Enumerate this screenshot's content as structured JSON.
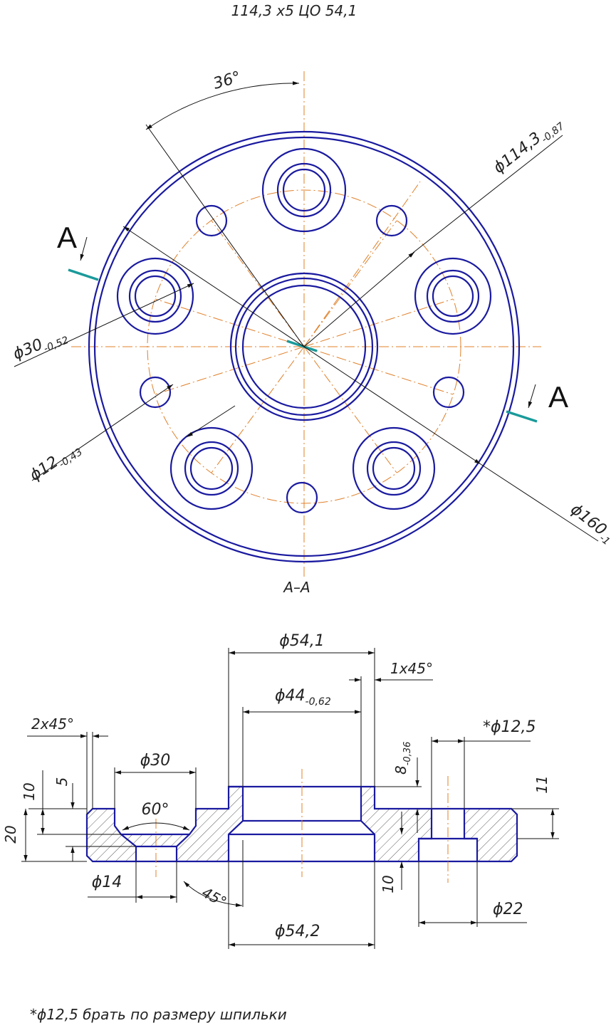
{
  "header": {
    "title": "114,3 х5  ЦО 54,1"
  },
  "plan": {
    "angle": "36°",
    "d_pcd": "ϕ114,3",
    "d_pcd_tol": "-0,87",
    "d_outer": "ϕ160",
    "d_outer_tol": "-1",
    "d_boss": "ϕ30",
    "d_boss_tol": "-0,52",
    "d_hole": "ϕ12",
    "d_hole_tol": "-0,43",
    "cut_mark": "А",
    "section_name": "А–А"
  },
  "section": {
    "d_top": "ϕ54,1",
    "chamfer_top": "1x45°",
    "d_inner": "ϕ44",
    "d_inner_tol": "-0,62",
    "chamfer_left": "2x45°",
    "d_stud": "*ϕ12,5",
    "d_cbore": "ϕ30",
    "angle_cone": "60°",
    "h10": "10",
    "h5": "5",
    "h20": "20",
    "h8": "8",
    "h8_tol": "-0,36",
    "h11": "11",
    "h10b": "10",
    "d14": "ϕ14",
    "angle45": "45°",
    "d_bottom": "ϕ54,2",
    "d22": "ϕ22"
  },
  "note": "*ϕ12,5 брать по размеру шпильки",
  "colors": {
    "object": "#1a1aa0",
    "center": "#e0802a",
    "cut": "#1a9a9a",
    "dim": "#111111"
  }
}
